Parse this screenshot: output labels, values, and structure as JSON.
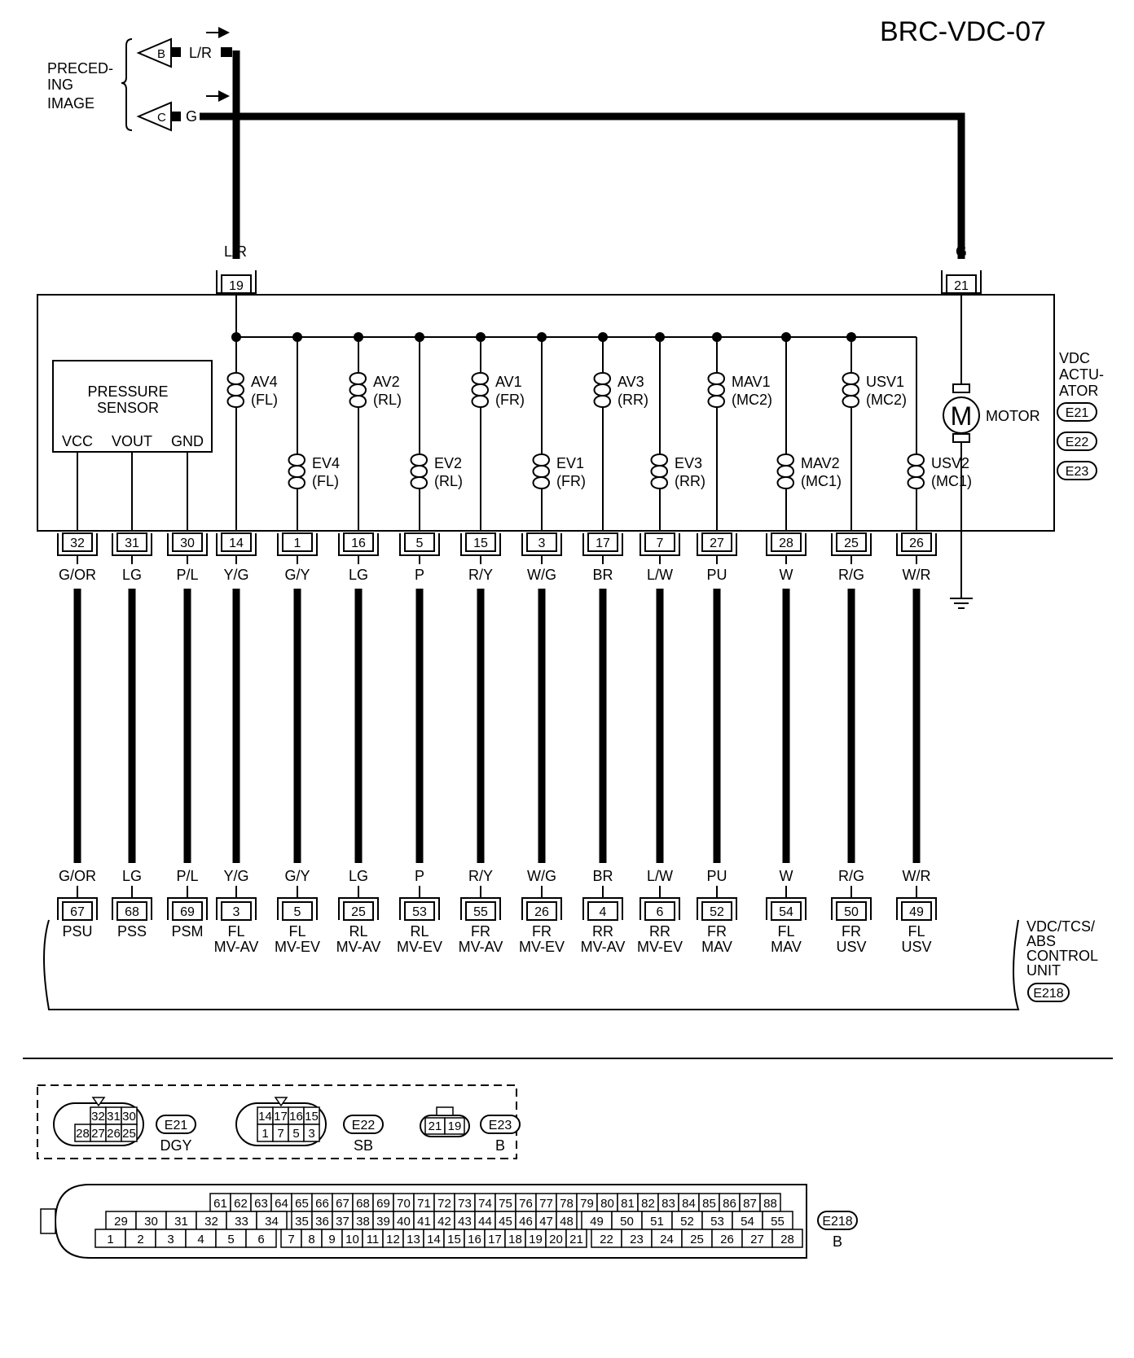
{
  "title": "BRC-VDC-07",
  "preceding": {
    "lines": [
      "PRECED-",
      "ING",
      "IMAGE"
    ],
    "b_letter": "B",
    "b_wire": "L/R",
    "c_letter": "C",
    "c_wire": "G"
  },
  "top_wires": {
    "left_color": "L/R",
    "left_pin": "19",
    "right_color": "G",
    "right_pin": "21"
  },
  "actuator": {
    "label": [
      "VDC",
      "ACTU-",
      "ATOR"
    ],
    "connectors": [
      "E21",
      "E22",
      "E23"
    ],
    "motor_letter": "M",
    "motor_label": "MOTOR"
  },
  "pressure_sensor": {
    "name": [
      "PRESSURE",
      "SENSOR"
    ],
    "terminals": [
      "VCC",
      "VOUT",
      "GND"
    ]
  },
  "upper_coils": [
    {
      "name": "AV4",
      "sub": "(FL)"
    },
    {
      "name": "AV2",
      "sub": "(RL)"
    },
    {
      "name": "AV1",
      "sub": "(FR)"
    },
    {
      "name": "AV3",
      "sub": "(RR)"
    },
    {
      "name": "MAV1",
      "sub": "(MC2)"
    },
    {
      "name": "USV1",
      "sub": "(MC2)"
    }
  ],
  "lower_coils": [
    {
      "name": "EV4",
      "sub": "(FL)"
    },
    {
      "name": "EV2",
      "sub": "(RL)"
    },
    {
      "name": "EV1",
      "sub": "(FR)"
    },
    {
      "name": "EV3",
      "sub": "(RR)"
    },
    {
      "name": "MAV2",
      "sub": "(MC1)"
    },
    {
      "name": "USV2",
      "sub": "(MC1)"
    }
  ],
  "circuits": [
    {
      "act_pin": "32",
      "color": "G/OR",
      "ecu_pin": "67",
      "ecu_label": [
        "PSU"
      ]
    },
    {
      "act_pin": "31",
      "color": "LG",
      "ecu_pin": "68",
      "ecu_label": [
        "PSS"
      ]
    },
    {
      "act_pin": "30",
      "color": "P/L",
      "ecu_pin": "69",
      "ecu_label": [
        "PSM"
      ]
    },
    {
      "act_pin": "14",
      "color": "Y/G",
      "ecu_pin": "3",
      "ecu_label": [
        "FL",
        "MV-AV"
      ]
    },
    {
      "act_pin": "1",
      "color": "G/Y",
      "ecu_pin": "5",
      "ecu_label": [
        "FL",
        "MV-EV"
      ]
    },
    {
      "act_pin": "16",
      "color": "LG",
      "ecu_pin": "25",
      "ecu_label": [
        "RL",
        "MV-AV"
      ]
    },
    {
      "act_pin": "5",
      "color": "P",
      "ecu_pin": "53",
      "ecu_label": [
        "RL",
        "MV-EV"
      ]
    },
    {
      "act_pin": "15",
      "color": "R/Y",
      "ecu_pin": "55",
      "ecu_label": [
        "FR",
        "MV-AV"
      ]
    },
    {
      "act_pin": "3",
      "color": "W/G",
      "ecu_pin": "26",
      "ecu_label": [
        "FR",
        "MV-EV"
      ]
    },
    {
      "act_pin": "17",
      "color": "BR",
      "ecu_pin": "4",
      "ecu_label": [
        "RR",
        "MV-AV"
      ]
    },
    {
      "act_pin": "7",
      "color": "L/W",
      "ecu_pin": "6",
      "ecu_label": [
        "RR",
        "MV-EV"
      ]
    },
    {
      "act_pin": "27",
      "color": "PU",
      "ecu_pin": "52",
      "ecu_label": [
        "FR",
        "MAV"
      ]
    },
    {
      "act_pin": "28",
      "color": "W",
      "ecu_pin": "54",
      "ecu_label": [
        "FL",
        "MAV"
      ]
    },
    {
      "act_pin": "25",
      "color": "R/G",
      "ecu_pin": "50",
      "ecu_label": [
        "FR",
        "USV"
      ]
    },
    {
      "act_pin": "26",
      "color": "W/R",
      "ecu_pin": "49",
      "ecu_label": [
        "FL",
        "USV"
      ]
    }
  ],
  "control_unit": {
    "label": [
      "VDC/TCS/",
      "ABS",
      "CONTROL",
      "UNIT"
    ],
    "connector": "E218"
  },
  "connector_faces": {
    "e21": {
      "id": "E21",
      "color": "DGY",
      "top": [
        "32",
        "31",
        "30"
      ],
      "bottom": [
        "28",
        "27",
        "26",
        "25"
      ]
    },
    "e22": {
      "id": "E22",
      "color": "SB",
      "top": [
        "14",
        "17",
        "16",
        "15"
      ],
      "bottom": [
        "1",
        "7",
        "5",
        "3"
      ]
    },
    "e23": {
      "id": "E23",
      "color": "B",
      "pins": [
        "21",
        "19"
      ]
    },
    "e218": {
      "id": "E218",
      "color": "B",
      "row1": [
        "61",
        "62",
        "63",
        "64",
        "65",
        "66",
        "67",
        "68",
        "69",
        "70",
        "71",
        "72",
        "73",
        "74",
        "75",
        "76",
        "77",
        "78",
        "79",
        "80",
        "81",
        "82",
        "83",
        "84",
        "85",
        "86",
        "87",
        "88"
      ],
      "row2": [
        "29",
        "30",
        "31",
        "32",
        "33",
        "34",
        "35",
        "36",
        "37",
        "38",
        "39",
        "40",
        "41",
        "42",
        "43",
        "44",
        "45",
        "46",
        "47",
        "48",
        "49",
        "50",
        "51",
        "52",
        "53",
        "54",
        "55"
      ],
      "row3": [
        "1",
        "2",
        "3",
        "4",
        "5",
        "6",
        "7",
        "8",
        "9",
        "10",
        "11",
        "12",
        "13",
        "14",
        "15",
        "16",
        "17",
        "18",
        "19",
        "20",
        "21",
        "22",
        "23",
        "24",
        "25",
        "26",
        "27",
        "28"
      ]
    }
  }
}
